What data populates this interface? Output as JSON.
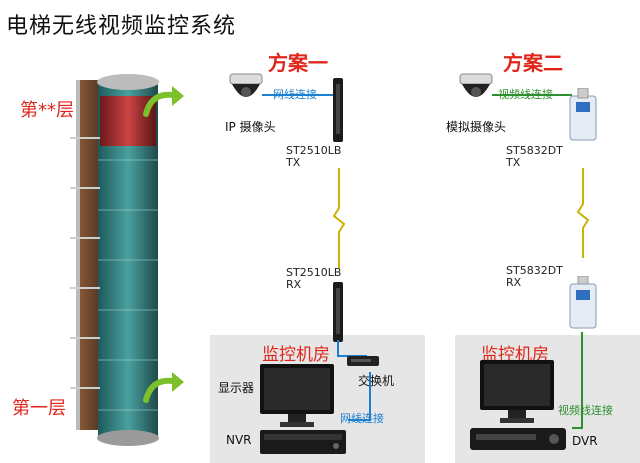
{
  "title": "电梯无线视频监控系统",
  "floors": {
    "top": "第**层",
    "bottom": "第一层"
  },
  "scheme1": {
    "heading": "方案一",
    "camera_label": "IP 摄像头",
    "camera_link": "网线连接",
    "tx_model": "ST2510LB",
    "tx_suffix": "TX",
    "rx_model": "ST2510LB",
    "rx_suffix": "RX",
    "room_title": "监控机房",
    "monitor_label": "显示器",
    "switch_label": "交换机",
    "recorder_link": "网线连接",
    "recorder_label": "NVR"
  },
  "scheme2": {
    "heading": "方案二",
    "camera_label": "模拟摄像头",
    "camera_link": "视频线连接",
    "tx_model": "ST5832DT",
    "tx_suffix": "TX",
    "rx_model": "ST5832DT",
    "rx_suffix": "RX",
    "room_title": "监控机房",
    "recorder_link": "视频线连接",
    "recorder_label": "DVR"
  },
  "colors": {
    "heading_red": "#e0261b",
    "network_cable": "#1d7fd0",
    "video_cable": "#2f8f2f",
    "wireless_bolt": "#c8b400",
    "room_bg": "#e6e6e6"
  },
  "icons": [
    "dome-camera-icon",
    "antenna-icon",
    "wireless-bolt-icon",
    "monitor-icon",
    "switch-icon",
    "nvr-icon",
    "dvr-icon",
    "elevator-shaft-icon",
    "curved-arrow-icon"
  ]
}
